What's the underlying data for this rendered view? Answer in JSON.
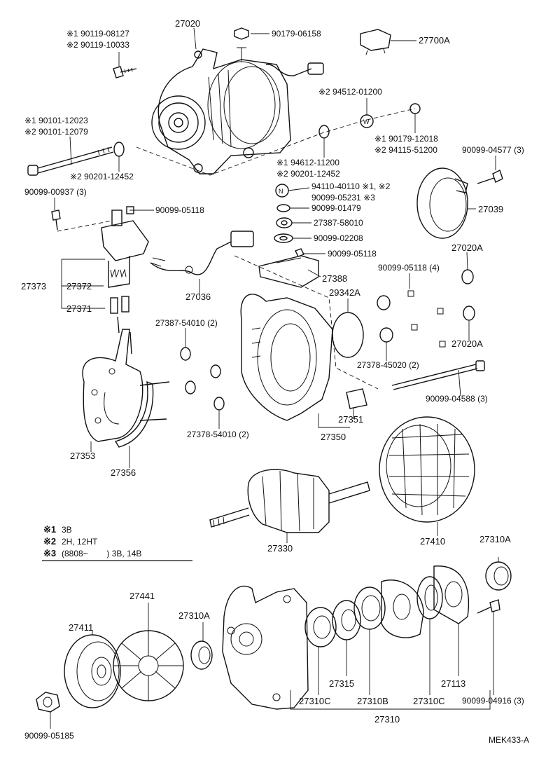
{
  "labels": {
    "p27020": "27020",
    "p90119a": "※1 90119-08127",
    "p90119b": "※2 90119-10033",
    "p90179_06158": "90179-06158",
    "p27700A": "27700A",
    "p94512": "※2 94512-01200",
    "p90179_12018": "※1 90179-12018",
    "p94115": "※2 94115-51200",
    "p90101a": "※1 90101-12023",
    "p90101b": "※2 90101-12079",
    "p90201_12452_top": "※2 90201-12452",
    "p94612": "※1 94612-11200",
    "p90201_12452_mid": "※2 90201-12452",
    "p90099_04577": "90099-04577 (3)",
    "p90099_00937": "90099-00937 (3)",
    "p90099_05118_a": "90099-05118",
    "p94110": "94110-40110 ※1, ※2",
    "p90099_05231": "90099-05231 ※3",
    "p90099_01479": "90099-01479",
    "p27387_58010": "27387-58010",
    "p27039": "27039",
    "p90099_02208": "90099-02208",
    "p90099_05118_b": "90099-05118",
    "p27020A_top": "27020A",
    "p90099_05118_4": "90099-05118 (4)",
    "p27373": "27373",
    "p27372": "27372",
    "p27388": "27388",
    "p27036": "27036",
    "p29342A": "29342A",
    "p27371": "27371",
    "p27387_54010": "27387-54010 (2)",
    "p27020A_bot": "27020A",
    "p27378_45020": "27378-45020 (2)",
    "p90099_04588": "90099-04588 (3)",
    "p27351": "27351",
    "p27350": "27350",
    "p27378_54010": "27378-54010 (2)",
    "p27353": "27353",
    "p27356": "27356",
    "p27410": "27410",
    "p27310A_right": "27310A",
    "p27330": "27330",
    "p27441": "27441",
    "p27310A_mid": "27310A",
    "p27411": "27411",
    "p27315": "27315",
    "p27113": "27113",
    "p27310C_a": "27310C",
    "p27310B": "27310B",
    "p27310C_b": "27310C",
    "p90099_04916": "90099-04916 (3)",
    "p27310": "27310",
    "p90099_05185": "90099-05185",
    "code": "MEK433-A"
  },
  "legend": {
    "items": [
      {
        "mark": "※1",
        "text": "3B"
      },
      {
        "mark": "※2",
        "text": "2H, 12HT"
      },
      {
        "mark": "※3",
        "text": "(8808~        ) 3B, 14B"
      }
    ]
  }
}
